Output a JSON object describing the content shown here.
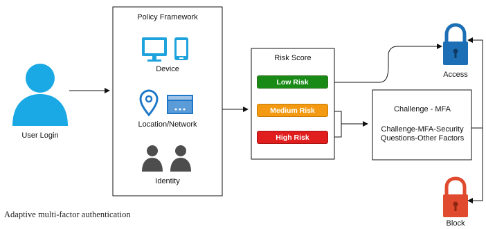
{
  "diagram": {
    "user": {
      "label": "User Login"
    },
    "policy": {
      "title": "Policy Framework",
      "items": [
        {
          "label": "Device",
          "icons": [
            "monitor-icon",
            "mobile-phone-icon"
          ]
        },
        {
          "label": "Location/Network",
          "icons": [
            "location-pin-icon",
            "browser-window-icon"
          ]
        },
        {
          "label": "Identity",
          "icons": [
            "people-icon"
          ]
        }
      ]
    },
    "risk": {
      "title": "Risk Score",
      "levels": [
        {
          "label": "Low Risk",
          "color": "#1a8a17",
          "border": "#2f6f1f"
        },
        {
          "label": "Medium Risk",
          "color": "#f39a12",
          "border": "#c77a00"
        },
        {
          "label": "High Risk",
          "color": "#e01e1e",
          "border": "#a81414"
        }
      ]
    },
    "mfa": {
      "title": "Challenge - MFA",
      "body": "Challenge-MFA-Security Questions-Other Factors"
    },
    "access": {
      "label": "Access",
      "color": "#1d6fb5"
    },
    "block": {
      "label": "Block",
      "color": "#e04a2e"
    },
    "caption": "Adaptive multi-factor authentication",
    "colors": {
      "user_icon": "#1aa9e4",
      "device_icons": "#1ea3dc",
      "location_icons": "#1e78c8",
      "identity_icons": "#4d4d4d"
    }
  }
}
